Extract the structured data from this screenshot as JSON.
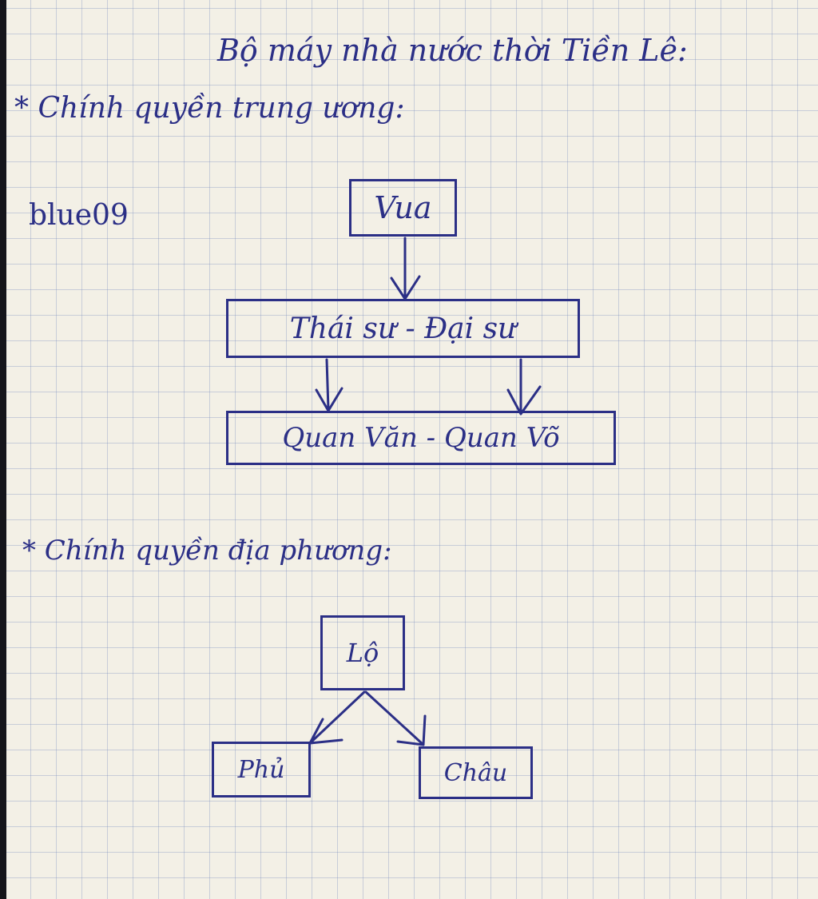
{
  "title": "Bộ máy nhà nước thời Tiền Lê:",
  "credit": "blue09",
  "central": {
    "heading": "* Chính quyền trung ương:",
    "level1": "Vua",
    "level2": "Thái sư - Đại sư",
    "level3": "Quan Văn - Quan Võ"
  },
  "local": {
    "heading": "* Chính quyền địa phương:",
    "top": "Lộ",
    "left": "Phủ",
    "right": "Châu"
  },
  "colors": {
    "ink": "#2b2f86",
    "paper": "#f3f0e6",
    "grid": "#788cbe"
  }
}
